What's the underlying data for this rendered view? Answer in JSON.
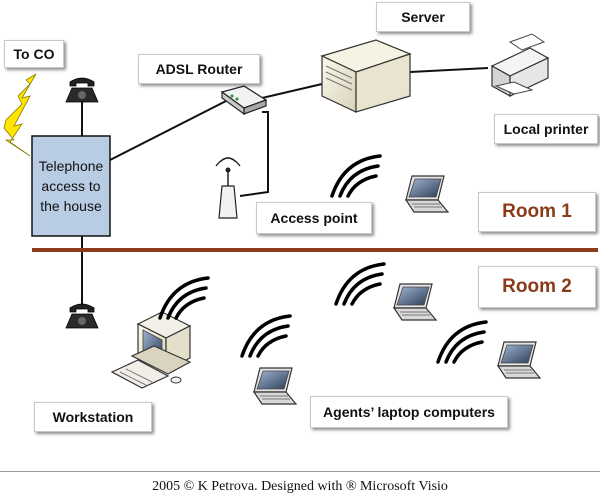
{
  "labels": {
    "to_co": "To CO",
    "adsl_router": "ADSL Router",
    "server": "Server",
    "local_printer": "Local printer",
    "access_point": "Access point",
    "workstation": "Workstation",
    "agents_laptops": "Agents’ laptop computers"
  },
  "house": {
    "line1": "Telephone",
    "line2": "access to",
    "line3": "the house"
  },
  "rooms": {
    "room1": "Room 1",
    "room2": "Room 2"
  },
  "footer": "2005 © K Petrova. Designed with ® Microsoft Visio",
  "colors": {
    "divider": "#8b3a1a",
    "room_text": "#8b3a1a",
    "lightning": "#ffe600",
    "house_fill": "#b8cce4"
  },
  "icons": [
    "telephone-icon",
    "lightning-icon",
    "router-icon",
    "server-icon",
    "printer-icon",
    "antenna-icon",
    "laptop-icon",
    "workstation-icon",
    "wifi-signal-icon"
  ]
}
